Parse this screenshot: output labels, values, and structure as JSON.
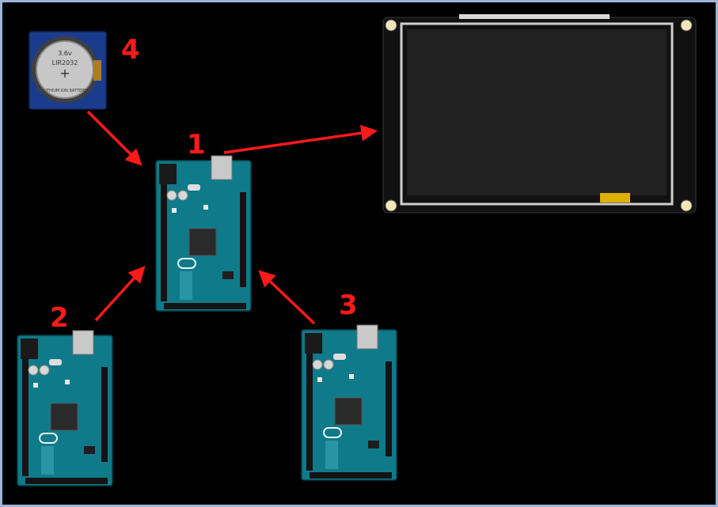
{
  "labels": {
    "main_board": "1",
    "board_left": "2",
    "board_right": "3",
    "rtc_module": "4"
  },
  "battery": {
    "voltage": "3.6v",
    "model": "LIR2032",
    "type": "LITHIUM ION BATTERY",
    "symbol": "+"
  },
  "colors": {
    "label": "#ff1a1a",
    "arrow": "#ff1a1a",
    "board": "#0f7a8a",
    "frame": "#9fb3d8"
  }
}
